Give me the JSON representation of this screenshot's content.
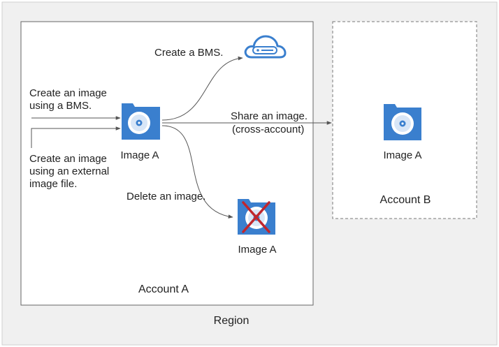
{
  "region": {
    "label": "Region",
    "background": "#f0f0f0"
  },
  "account_a": {
    "label": "Account A",
    "create_bms_label": "Create a BMS.",
    "create_from_bms_label_line1": "Create an image",
    "create_from_bms_label_line2": "using a BMS.",
    "create_from_file_label_line1": "Create an image",
    "create_from_file_label_line2": "using an external",
    "create_from_file_label_line3": "image file.",
    "image_label": "Image A",
    "delete_label": "Delete an image.",
    "deleted_image_label": "Image A"
  },
  "share": {
    "label_line1": "Share an image.",
    "label_line2": "(cross-account)"
  },
  "account_b": {
    "label": "Account B",
    "image_label": "Image A"
  },
  "colors": {
    "icon_blue": "#3a7fce",
    "icon_disc": "#ffffff",
    "delete_mark": "#c0262d",
    "arrow": "#555555"
  }
}
